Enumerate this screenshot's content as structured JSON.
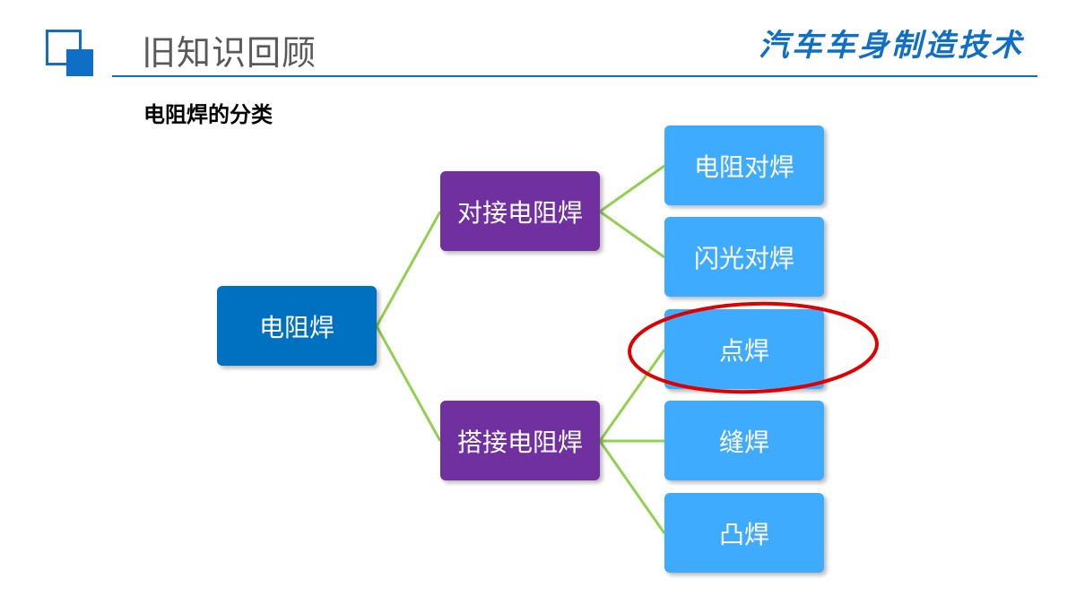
{
  "header": {
    "title": "旧知识回顾",
    "brand": "汽车车身制造技术"
  },
  "section": {
    "heading": "电阻焊的分类"
  },
  "tree": {
    "root": "电阻焊",
    "branches": [
      {
        "label": "对接电阻焊",
        "children": [
          "电阻对焊",
          "闪光对焊"
        ]
      },
      {
        "label": "搭接电阻焊",
        "children": [
          "点焊",
          "缝焊",
          "凸焊"
        ]
      }
    ],
    "highlighted_leaf": "点焊"
  },
  "colors": {
    "accent_blue": "#0f6fc6",
    "root_fill": "#0070c0",
    "branch_fill": "#7030a0",
    "leaf_fill": "#3fabff",
    "connector": "#92d050",
    "highlight_ring": "#e00000"
  }
}
